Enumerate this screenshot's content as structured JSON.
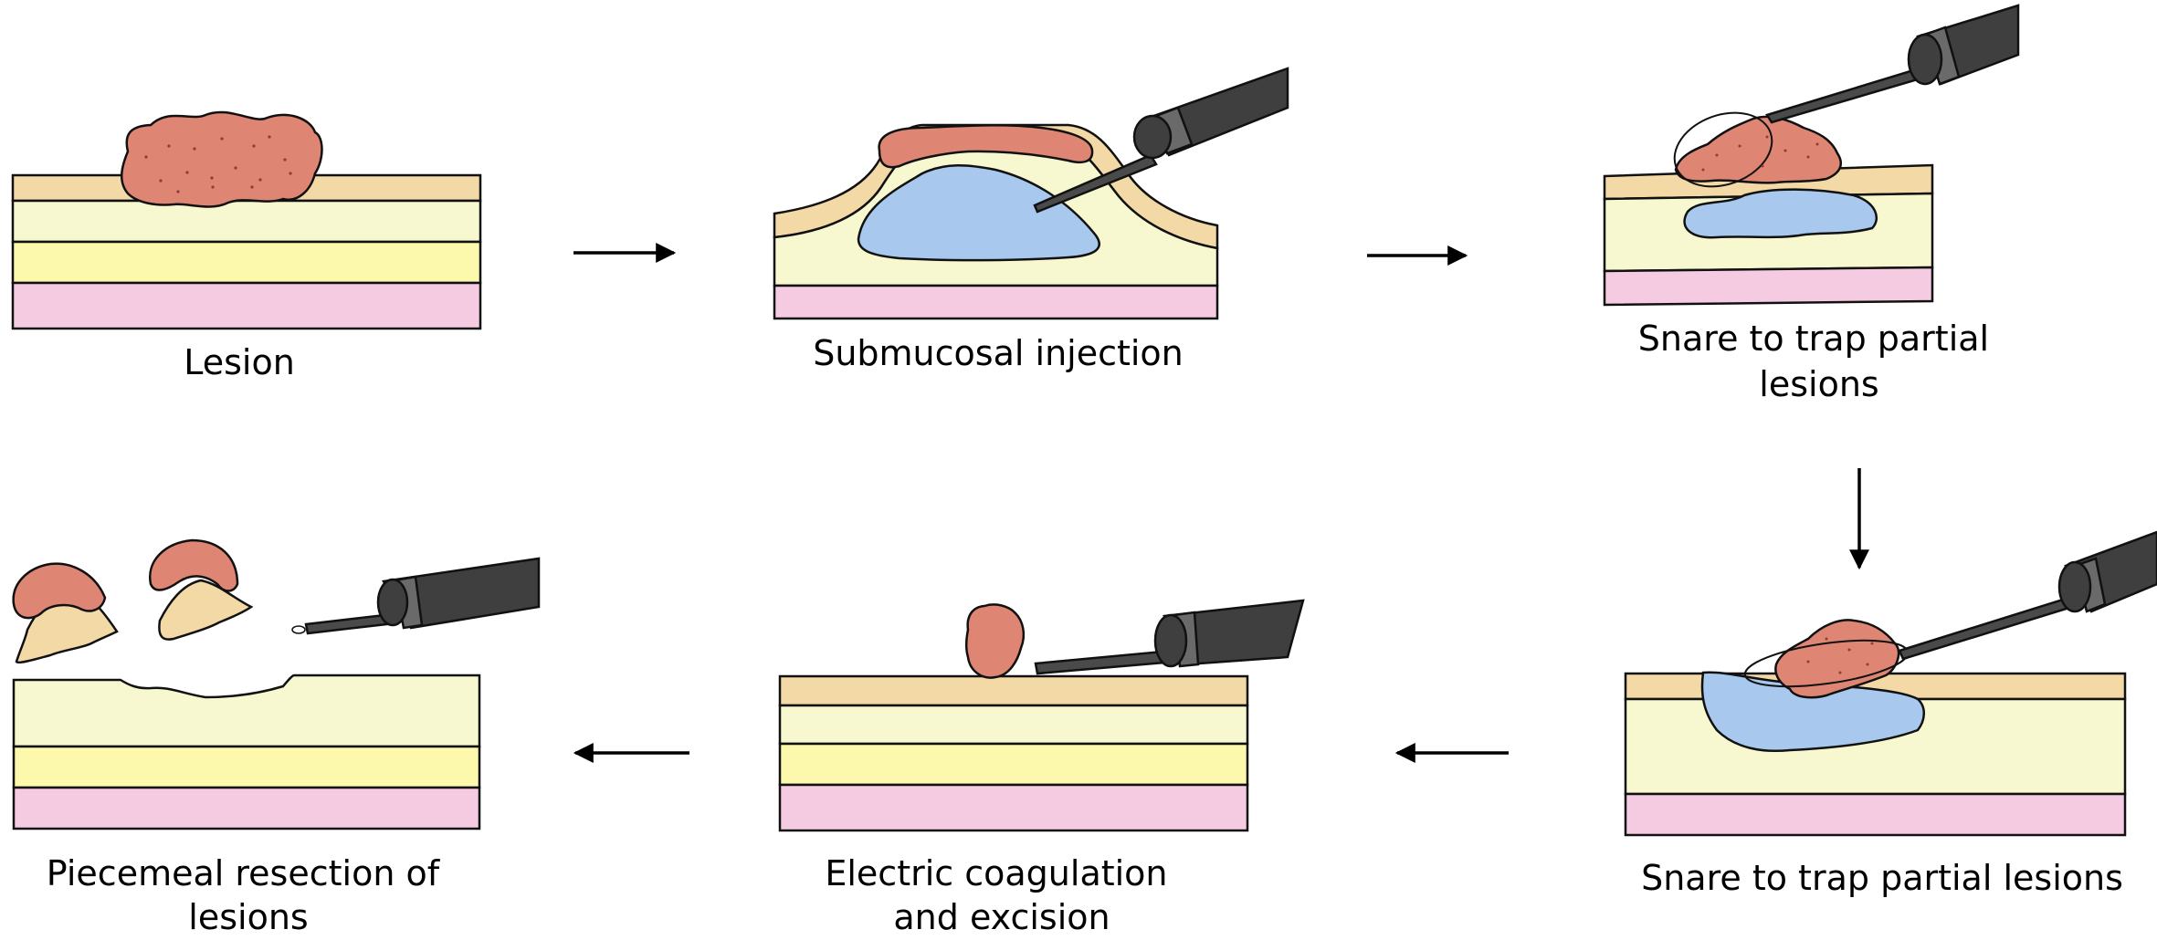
{
  "figure": {
    "title": "Piecemeal endoscopic resection procedure",
    "colors": {
      "mucosa": "#f3d9a6",
      "submucosa": "#f8f8d0",
      "muscularis": "#fdf9ac",
      "serosa": "#f5cbe2",
      "lesion": "#de8573",
      "injection_fluid": "#a9c8ee",
      "endoscope_dark": "#3f3f3f",
      "endoscope_band": "#6a6a6a",
      "outline": "#111111",
      "arrow": "#000000"
    },
    "steps": [
      {
        "id": 1,
        "label_lines": [
          "Lesion"
        ]
      },
      {
        "id": 2,
        "label_lines": [
          "Submucosal injection"
        ]
      },
      {
        "id": 3,
        "label_lines": [
          "Snare to trap partial",
          "lesions"
        ]
      },
      {
        "id": 4,
        "label_lines": [
          "Snare to trap partial lesions"
        ]
      },
      {
        "id": 5,
        "label_lines": [
          "Electric coagulation",
          "and excision"
        ]
      },
      {
        "id": 6,
        "label_lines": [
          "Piecemeal resection of",
          "lesions"
        ]
      }
    ],
    "flow": [
      {
        "from": 1,
        "to": 2,
        "direction": "right"
      },
      {
        "from": 2,
        "to": 3,
        "direction": "right"
      },
      {
        "from": 3,
        "to": 4,
        "direction": "down"
      },
      {
        "from": 4,
        "to": 5,
        "direction": "left"
      },
      {
        "from": 5,
        "to": 6,
        "direction": "left"
      }
    ]
  }
}
